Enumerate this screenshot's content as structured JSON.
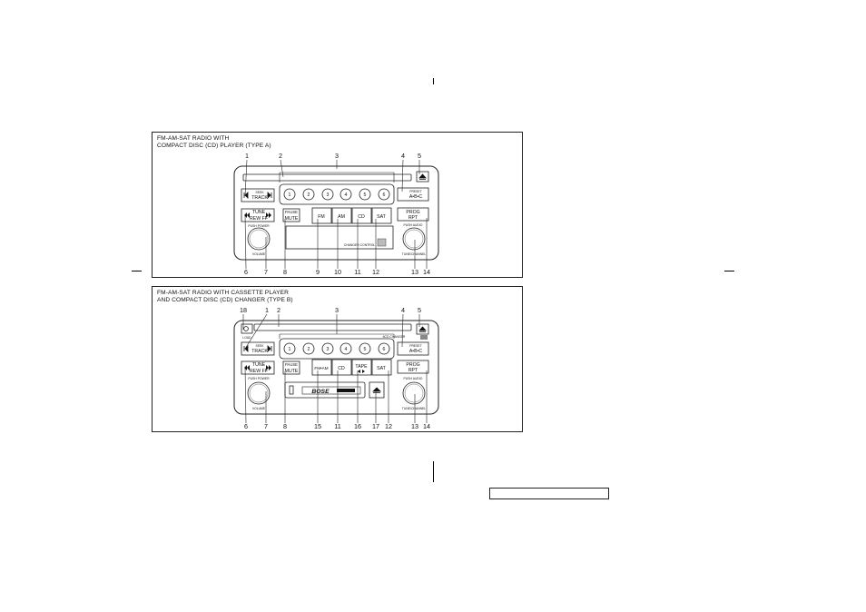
{
  "panels": [
    {
      "title_line1": "FM-AM-SAT RADIO WITH",
      "title_line2": "COMPACT DISC (CD) PLAYER (TYPE A)",
      "callouts": [
        "1",
        "2",
        "3",
        "4",
        "5",
        "6",
        "7",
        "8",
        "9",
        "10",
        "11",
        "12",
        "13",
        "14"
      ],
      "presets": [
        "1",
        "2",
        "3",
        "4",
        "5",
        "6"
      ],
      "labels": {
        "seek_top": "SEEK",
        "seek_bottom": "TRACK",
        "tune_top": "TUNE",
        "tune_bottom": "REW FF",
        "pause_top": "PAUSE",
        "pause_bottom": "MUTE",
        "push_power": "PUSH POWER",
        "volume": "VOLUME",
        "preset_top": "PRESET",
        "preset_bottom": "A•B•C",
        "prog_top": "PROG",
        "prog_bottom": "RPT",
        "push_audio": "PUSH AUDIO",
        "tune_chanel": "TUNE/CHANNEL",
        "changer_control": "CHANGER CONTROL"
      },
      "modes": [
        "FM",
        "AM",
        "CD",
        "SAT"
      ]
    },
    {
      "title_line1": "FM-AM-SAT RADIO WITH CASSETTE PLAYER",
      "title_line2": "AND COMPACT DISC (CD) CHANGER (TYPE B)",
      "callouts": [
        "18",
        "1",
        "2",
        "3",
        "4",
        "5",
        "6",
        "7",
        "8",
        "15",
        "11",
        "16",
        "17",
        "12",
        "13",
        "14"
      ],
      "presets": [
        "1",
        "2",
        "3",
        "4",
        "5",
        "6"
      ],
      "labels": {
        "load": "LOAD",
        "seek_top": "SEEK",
        "seek_bottom": "TRACK",
        "tune_top": "TUNE",
        "tune_bottom": "REW FF",
        "pause_top": "PAUSE",
        "pause_bottom": "MUTE",
        "push_power": "PUSH POWER",
        "volume": "VOLUME",
        "cd_changer": "6CD CHANGER",
        "preset_top": "PRESET",
        "preset_bottom": "A•B•C",
        "prog_top": "PROG",
        "prog_bottom": "RPT",
        "push_audio": "PUSH AUDIO",
        "tune_chanel": "TUNE/CHANNEL",
        "brand": "BOSE"
      },
      "modes": [
        "FM•AM",
        "CD",
        "TAPE",
        "SAT"
      ]
    }
  ]
}
